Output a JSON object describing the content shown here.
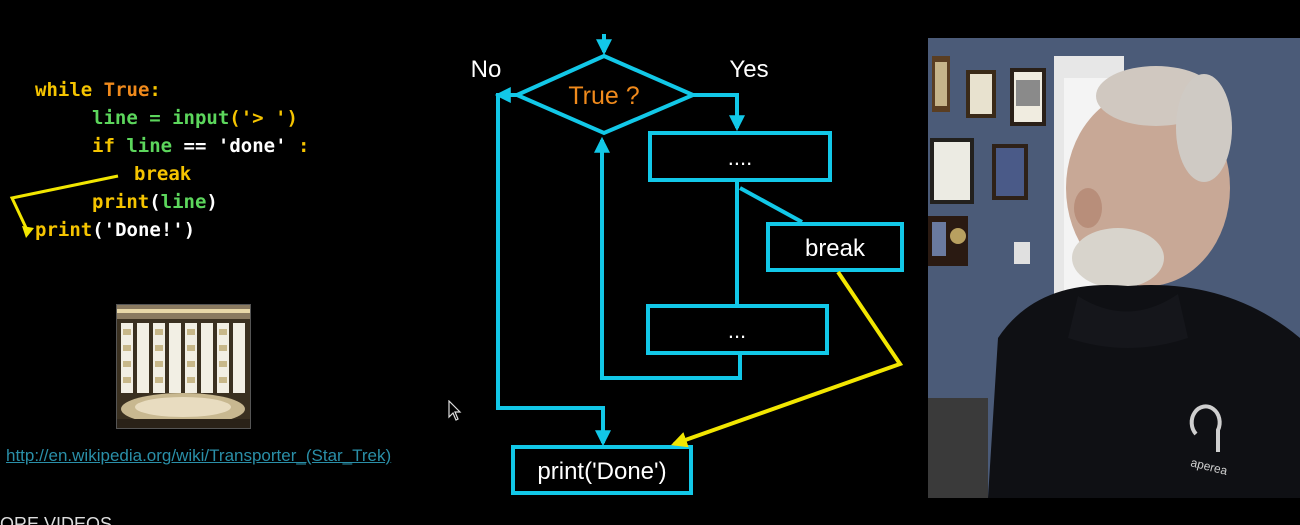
{
  "code": {
    "line1": {
      "kw": "while",
      "val": "True",
      "colon": ":"
    },
    "line2": {
      "var": "line",
      "eq": " = ",
      "fn": "input",
      "args": "('> ')"
    },
    "line3": {
      "kw": "if",
      "var": "line",
      "op": " == ",
      "str": "'done'",
      "colon": " :"
    },
    "line4": {
      "kw": "break"
    },
    "line5": {
      "fn": "print",
      "open": "(",
      "var": "line",
      "close": ")"
    },
    "line6": {
      "fn": "print",
      "args": "('Done!')"
    }
  },
  "link": {
    "text": "http://en.wikipedia.org/wiki/Transporter_(Star_Trek)"
  },
  "bottom": {
    "text": "ORE VIDEOS"
  },
  "flowchart": {
    "decision": "True ?",
    "no_label": "No",
    "yes_label": "Yes",
    "box1": "....",
    "box_break": "break",
    "box2": "...",
    "box_done": "print('Done')"
  },
  "colors": {
    "flow_stroke": "#12c8e8",
    "arrow_yellow": "#f2e600",
    "decision_text": "#f08a1c",
    "link": "#2a8fa8"
  },
  "icons": {
    "cursor": "mouse-pointer-icon",
    "code_arrow": "break-jump-arrow-icon"
  },
  "camera": {
    "brand": "aperea"
  }
}
